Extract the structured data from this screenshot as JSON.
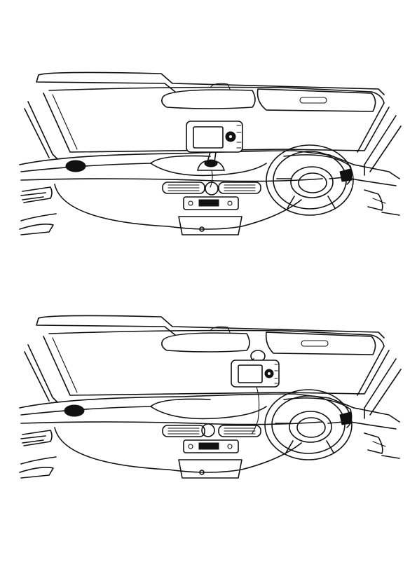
{
  "figures": [
    {
      "id": "top",
      "device_mount": "dashboard-suction-mount"
    },
    {
      "id": "bottom",
      "device_mount": "windscreen-suction-mount"
    }
  ],
  "colors": {
    "ink": "#111111",
    "background": "#ffffff"
  }
}
